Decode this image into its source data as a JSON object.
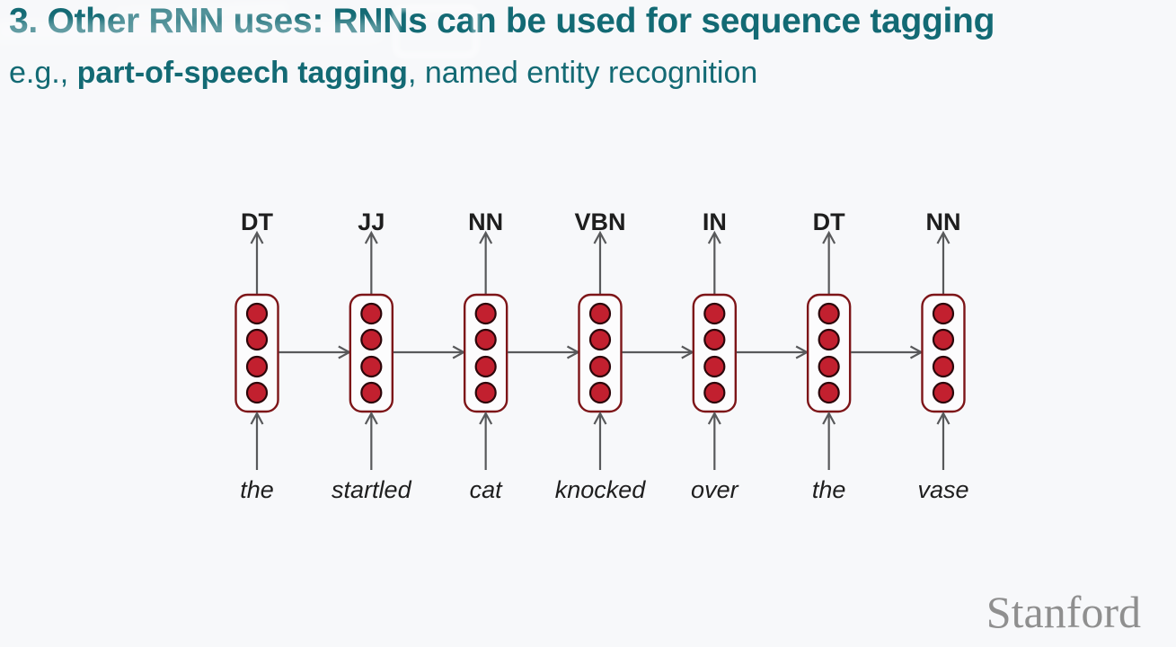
{
  "slide": {
    "title": "3. Other RNN uses: RNNs can be used for sequence tagging",
    "subtitle_prefix": "e.g., ",
    "subtitle_bold": "part-of-speech tagging",
    "subtitle_suffix": ", named entity recognition",
    "brand": "Stanford"
  },
  "colors": {
    "title_teal": "#136a74",
    "cell_fill": "#fcfcfd",
    "cell_border": "#7d1518",
    "dot_fill": "#c2202f",
    "dot_stroke": "#2b060a",
    "arrow": "#58595b",
    "label_dark": "#1e1e1e",
    "brand_gray": "#8f8f8f",
    "background": "#f7f8fa"
  },
  "diagram": {
    "type": "rnn-sequence-tagging",
    "direction": "left-to-right",
    "dots_per_cell": 4,
    "columns": [
      {
        "tag": "DT",
        "word": "the"
      },
      {
        "tag": "JJ",
        "word": "startled"
      },
      {
        "tag": "NN",
        "word": "cat"
      },
      {
        "tag": "VBN",
        "word": "knocked"
      },
      {
        "tag": "IN",
        "word": "over"
      },
      {
        "tag": "DT",
        "word": "the"
      },
      {
        "tag": "NN",
        "word": "vase"
      }
    ]
  }
}
